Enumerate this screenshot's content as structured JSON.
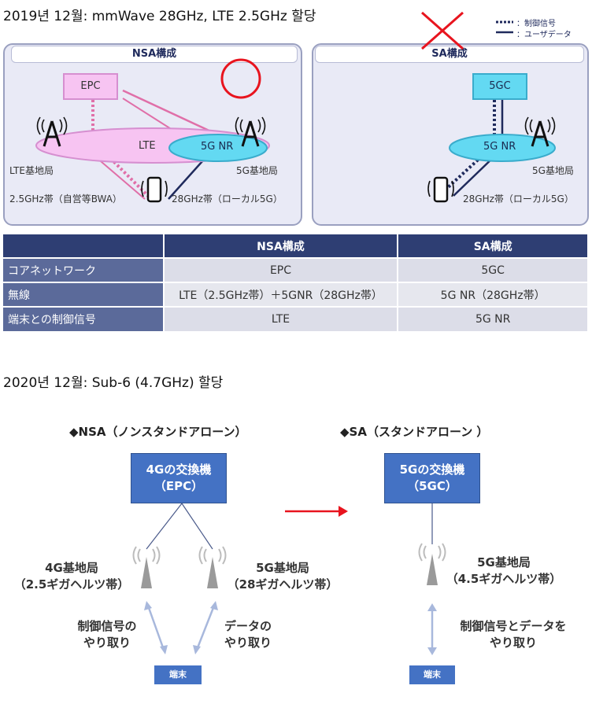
{
  "section1": {
    "title": "2019년 12월: mmWave 28GHz, LTE 2.5GHz 할당",
    "legend": {
      "control": "：制御信号",
      "user": "：ユーザデータ"
    },
    "nsa_panel": {
      "heading": "NSA構成",
      "epc": "EPC",
      "lte": "LTE",
      "nr": "5G NR",
      "lte_station": "LTE基地局",
      "nr_station": "5G基地局",
      "band_lte": "2.5GHz帯（自営等BWA）",
      "band_nr": "28GHz帯（ローカル5G）"
    },
    "sa_panel": {
      "heading": "SA構成",
      "core": "5GC",
      "nr": "5G NR",
      "nr_station": "5G基地局",
      "band_nr": "28GHz帯（ローカル5G）"
    },
    "table": {
      "headers": [
        "",
        "NSA構成",
        "SA構成"
      ],
      "rows": [
        {
          "label": "コアネットワーク",
          "nsa": "EPC",
          "sa": "5GC"
        },
        {
          "label": "無線",
          "nsa": "LTE（2.5GHz帯）＋5GNR（28GHz帯）",
          "sa": "5G NR（28GHz帯）"
        },
        {
          "label": "端末との制御信号",
          "nsa": "LTE",
          "sa": "5G NR"
        }
      ]
    }
  },
  "section2": {
    "title": "2020년 12월: Sub-6 (4.7GHz) 할당",
    "nsa": {
      "heading": "◆NSA（ノンスタンドアローン）",
      "core_line1": "4Gの交換機",
      "core_line2": "（EPC）",
      "station4g_line1": "4G基地局",
      "station4g_line2": "（2.5ギガヘルツ帯）",
      "station5g_line1": "5G基地局",
      "station5g_line2": "（28ギガヘルツ帯）",
      "control_line1": "制御信号の",
      "control_line2": "やり取り",
      "data_line1": "データの",
      "data_line2": "やり取り",
      "terminal": "端末"
    },
    "sa": {
      "heading": "◆SA（スタンドアローン ）",
      "core_line1": "5Gの交換機",
      "core_line2": "（5GC）",
      "station_line1": "5G基地局",
      "station_line2": "（4.5ギガヘルツ帯）",
      "exchange_line1": "制御信号とデータを",
      "exchange_line2": "やり取り",
      "terminal": "端末"
    }
  },
  "colors": {
    "navy": "#1f2a5c",
    "pink_line": "#e06fa8",
    "mark_red": "#e8141e",
    "box_blue": "#4472c4",
    "arrow_lightblue": "#a8b8dc"
  }
}
